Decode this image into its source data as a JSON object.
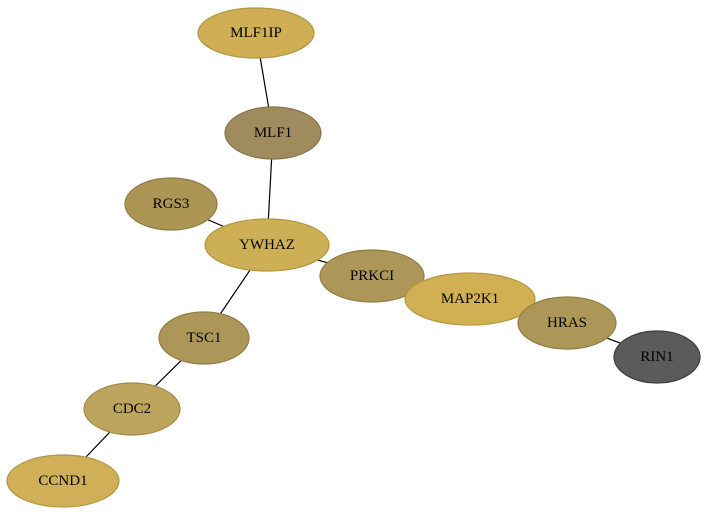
{
  "nodes": [
    {
      "id": "MLF1IP",
      "label": "MLF1IP",
      "fill": "#cfae54",
      "stroke": "#b39640"
    },
    {
      "id": "MLF1",
      "label": "MLF1",
      "fill": "#a08b5e",
      "stroke": "#857348"
    },
    {
      "id": "RGS3",
      "label": "RGS3",
      "fill": "#ad9556",
      "stroke": "#8f7b42"
    },
    {
      "id": "YWHAZ",
      "label": "YWHAZ",
      "fill": "#cdb056",
      "stroke": "#b19541"
    },
    {
      "id": "PRKCI",
      "label": "PRKCI",
      "fill": "#ad9758",
      "stroke": "#8f7d44"
    },
    {
      "id": "MAP2K1",
      "label": "MAP2K1",
      "fill": "#d1b054",
      "stroke": "#b69540"
    },
    {
      "id": "HRAS",
      "label": "HRAS",
      "fill": "#ad9758",
      "stroke": "#8f7d44"
    },
    {
      "id": "RIN1",
      "label": "RIN1",
      "fill": "#5b5b5b",
      "stroke": "#3d3d3d"
    },
    {
      "id": "TSC1",
      "label": "TSC1",
      "fill": "#ad9758",
      "stroke": "#8f7d44"
    },
    {
      "id": "CDC2",
      "label": "CDC2",
      "fill": "#bea55e",
      "stroke": "#a08a48"
    },
    {
      "id": "CCND1",
      "label": "CCND1",
      "fill": "#cfb058",
      "stroke": "#b39643"
    }
  ],
  "edges": [
    {
      "source": "MLF1IP",
      "target": "MLF1"
    },
    {
      "source": "MLF1",
      "target": "YWHAZ"
    },
    {
      "source": "RGS3",
      "target": "YWHAZ"
    },
    {
      "source": "YWHAZ",
      "target": "PRKCI"
    },
    {
      "source": "YWHAZ",
      "target": "TSC1"
    },
    {
      "source": "PRKCI",
      "target": "MAP2K1"
    },
    {
      "source": "MAP2K1",
      "target": "HRAS"
    },
    {
      "source": "HRAS",
      "target": "RIN1"
    },
    {
      "source": "TSC1",
      "target": "CDC2"
    },
    {
      "source": "CDC2",
      "target": "CCND1"
    }
  ]
}
